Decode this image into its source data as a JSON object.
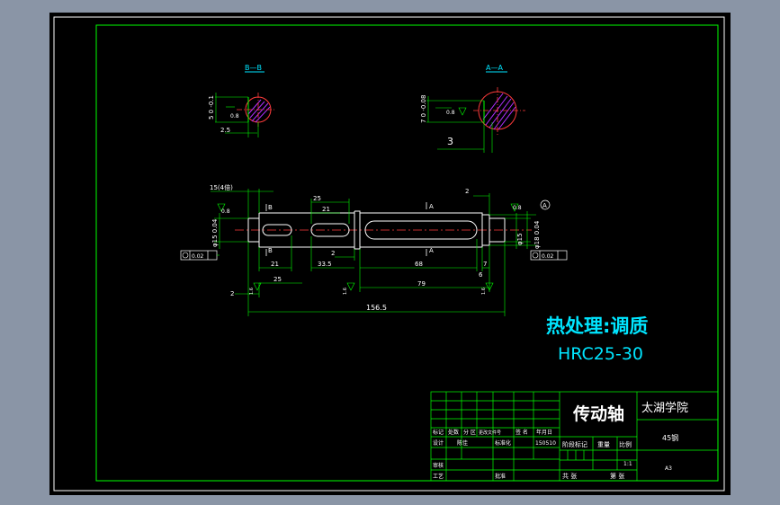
{
  "drawing": {
    "heat_treatment_title": "热处理:调质",
    "hardness": "HRC25-30",
    "section_b_label": "B—B",
    "section_a_label": "A—A",
    "section_b_dims": {
      "depth": "5 0 -0.1",
      "ra": "0.8",
      "width": "2.5"
    },
    "section_a_dims": {
      "depth": "7 0 -0.08",
      "ra": "0.8",
      "width": "3"
    },
    "shaft_dims": {
      "chamfer": "15(4倍)",
      "ra_left": "0.8",
      "dia_left": "φ15 0.04",
      "len_21": "21",
      "len_25_top": "25",
      "len_21_top": "21",
      "len_2_a": "2",
      "len_33_5": "33.5",
      "len_68": "68",
      "len_7": "7",
      "len_2_right": "2",
      "ra_right": "0.8",
      "dia_right_a": "φ15",
      "dia_right_b": "φ18 0.04",
      "len_2_bot": "2",
      "len_25_bot": "25",
      "len_79": "79",
      "len_6": "6",
      "total": "156.5",
      "ra_16_a": "1.6",
      "ra_16_b": "1.6",
      "ra_16_c": "1.6",
      "tol_left": "0.02",
      "tol_right": "0.02",
      "label_b1": "B",
      "label_b2": "B",
      "label_a1": "A",
      "label_a2": "A",
      "datum_a": "A"
    }
  },
  "title_block": {
    "part_name": "传动轴",
    "school": "太湖学院",
    "material": "45钢",
    "scale": "1:1",
    "weight_label": "重量",
    "scale_label": "比例",
    "stage_label": "阶段标记",
    "sheets_label": "共 张",
    "sheet_label": "第 张",
    "row_labels": [
      "标记",
      "处数",
      "分 区",
      "更改文件号",
      "签 名",
      "年月日"
    ],
    "design": "设计",
    "designer": "陈佳",
    "standard": "标准化",
    "date": "150510",
    "review": "审核",
    "process": "工艺",
    "approve": "批准",
    "code": "A3"
  }
}
